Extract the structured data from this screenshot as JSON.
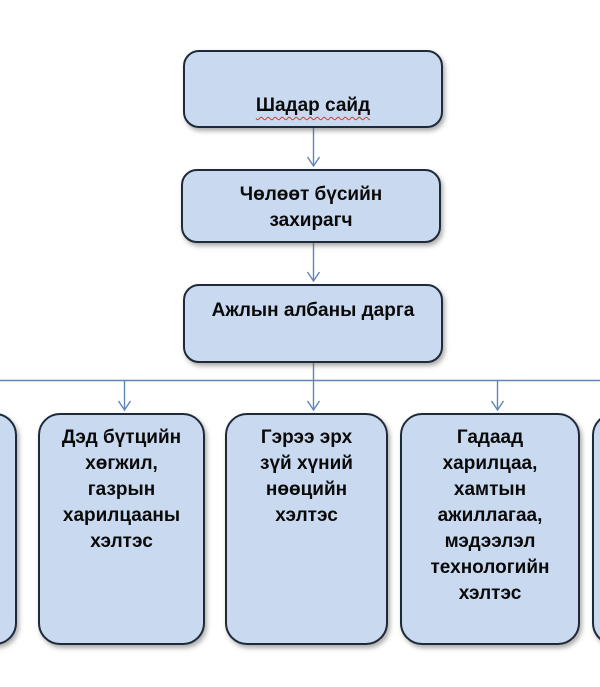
{
  "diagram": {
    "type": "org-chart",
    "language": "Mongolian",
    "colors": {
      "background": "#ffffff",
      "box_fill": "#c9daf0",
      "box_border": "#1e2a3a",
      "connector": "#5e86b6",
      "text": "#0a0a0a",
      "spellcheck_underline": "#d23a2e"
    },
    "nodes": {
      "deputy_minister": {
        "label": "Шадар сайд",
        "misspelled_underline": true
      },
      "free_zone_governor": {
        "label": "Чөлөөт бүсийн захирагч",
        "lines": [
          "Чөлөөт бүсийн",
          "захирагч"
        ]
      },
      "head_of_office": {
        "label": "Ажлын албаны дарга",
        "lines": [
          "Ажлын албаны дарга"
        ]
      },
      "departments": [
        {
          "id": "dept-cut-left",
          "label": "",
          "lines": []
        },
        {
          "id": "dept-infrastructure-land",
          "label": "Дэд бүтцийн хөгжил, газрын харилцааны хэлтэс",
          "lines": [
            "Дэд бүтцийн",
            "хөгжил,",
            "газрын",
            "харилцааны",
            "хэлтэс"
          ]
        },
        {
          "id": "dept-contract-legal-hr",
          "label": "Гэрээ эрх зүй хүний нөөцийн хэлтэс",
          "lines": [
            "Гэрээ эрх",
            "зүй хүний",
            "нөөцийн",
            "хэлтэс"
          ]
        },
        {
          "id": "dept-foreign-relations-it",
          "label": "Гадаад харилцаа, хамтын ажиллагаа, мэдээлэл технологийн хэлтэс",
          "lines": [
            "Гадаад",
            "харилцаа,",
            "хамтын",
            "ажиллагаа,",
            "мэдээлэл",
            "технологийн",
            "хэлтэс"
          ]
        },
        {
          "id": "dept-cut-right",
          "label": "",
          "lines": []
        }
      ]
    }
  }
}
